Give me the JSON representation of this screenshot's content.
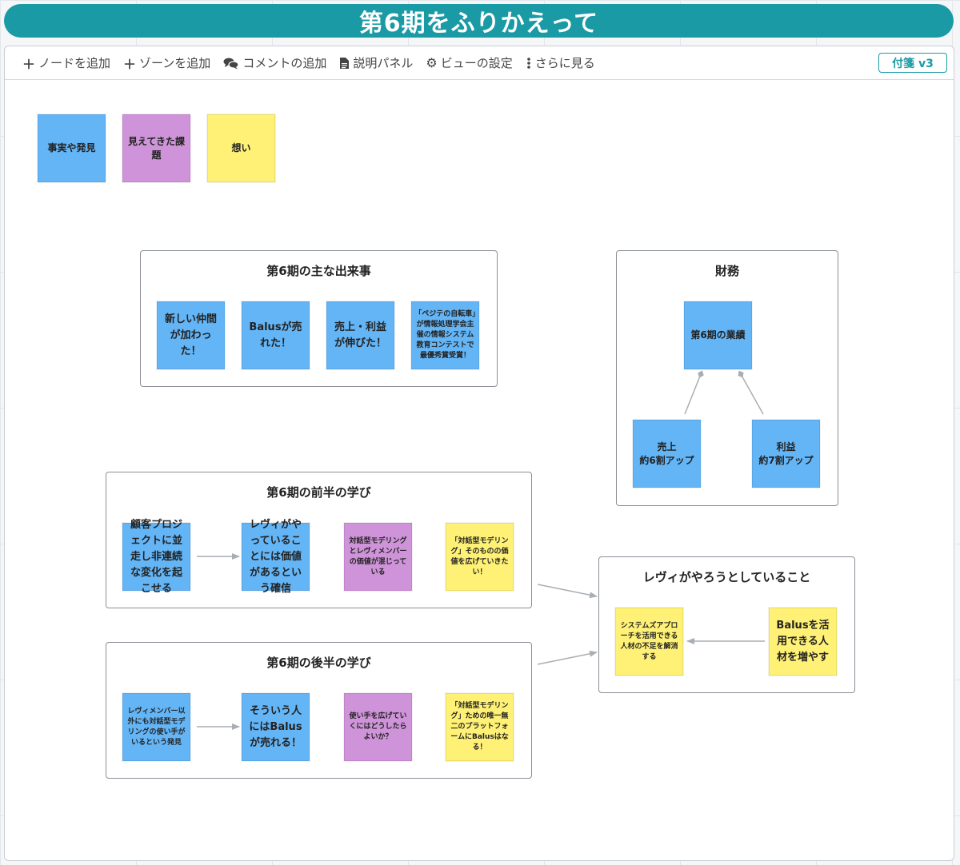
{
  "header": {
    "title": "第6期をふりかえって"
  },
  "toolbar": {
    "add_node": "ノードを追加",
    "add_zone": "ゾーンを追加",
    "add_comment": "コメントの追加",
    "description_panel": "説明パネル",
    "view_settings": "ビューの設定",
    "more": "さらに見る",
    "version_badge": "付箋 v3"
  },
  "legend": {
    "fact": "事実や発見",
    "issue": "見えてきた課題",
    "thought": "想い"
  },
  "zones": {
    "events": {
      "title": "第6期の主な出来事",
      "notes": [
        "新しい仲間が加わった！",
        "Balusが売れた！",
        "売上・利益が伸びた！",
        "「ペジテの自転車」が情報処理学会主催の情報システム教育コンテストで最優秀賞受賞！"
      ]
    },
    "finance": {
      "title": "財務",
      "result": "第6期の業績",
      "sales": "売上\n約6割アップ",
      "profit": "利益\n約7割アップ"
    },
    "first_half": {
      "title": "第6期の前半の学び",
      "notes": [
        "顧客プロジェクトに並走し非連続な変化を起こせる",
        "レヴィがやっていることには価値があるという確信",
        "対話型モデリングとレヴィメンバーの価値が混じっている",
        "「対話型モデリング」そのものの価値を広げていきたい！"
      ]
    },
    "second_half": {
      "title": "第6期の後半の学び",
      "notes": [
        "レヴィメンバー以外にも対話型モデリングの使い手がいるという発見",
        "そういう人にはBalusが売れる！",
        "使い手を広げていくにはどうしたらよいか？",
        "「対話型モデリング」ための唯一無二のプラットフォームにBalusはなる！"
      ]
    },
    "goal": {
      "title": "レヴィがやろうとしていること",
      "notes": [
        "システムズアプローチを活用できる人材の不足を解消する",
        "Balusを活用できる人材を増やす"
      ]
    }
  },
  "colors": {
    "accent": "#1a9aa4",
    "blue_note": "#64b5f6",
    "purple_note": "#ce93d8",
    "yellow_note": "#fff176",
    "arrow": "#a9aeb3"
  }
}
